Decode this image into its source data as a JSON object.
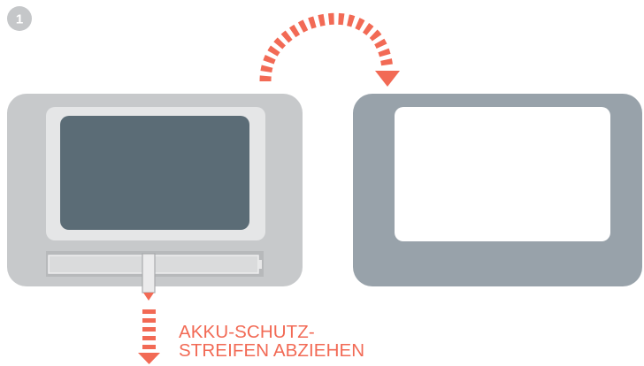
{
  "step": {
    "number": "1"
  },
  "instruction": {
    "line1": "AKKU-SCHUTZ-",
    "line2": "STREIFEN ABZIEHEN"
  },
  "colors": {
    "accent": "#f26a55",
    "step_badge": "#c5c7c9",
    "device_body": "#c7c9cb",
    "device_bezel": "#e5e6e7",
    "device_screen": "#5b6c76",
    "battery_tray": "#d8d9da",
    "back_body": "#98a2aa",
    "back_panel": "#ffffff"
  },
  "icons": {
    "flip_arrow": "curved-dashed-arrow-icon",
    "pull_arrow": "dashed-down-arrow-icon"
  }
}
